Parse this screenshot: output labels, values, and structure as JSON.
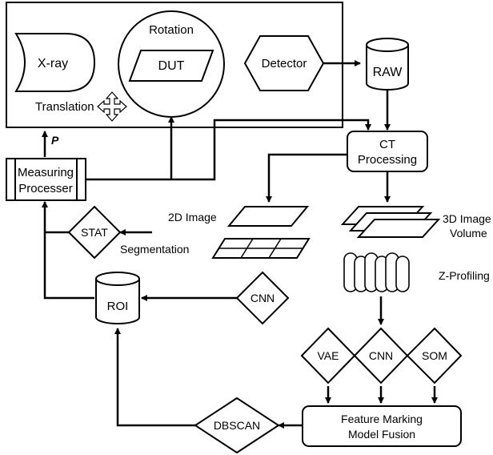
{
  "nodes": {
    "xray": "X-ray",
    "rotation": "Rotation",
    "dut": "DUT",
    "detector": "Detector",
    "translation": "Translation",
    "raw": "RAW",
    "ct_processing": [
      "CT",
      "Processing"
    ],
    "measuring_processer": [
      "Measuring",
      "Processer"
    ],
    "p_label": "P",
    "stat": "STAT",
    "segmentation": "Segmentation",
    "image_2d": "2D  Image",
    "image_3d": [
      "3D Image",
      "Volume"
    ],
    "z_profiling": "Z-Profiling",
    "roi": "ROI",
    "cnn_left": "CNN",
    "vae": "VAE",
    "cnn_mid": "CNN",
    "som": "SOM",
    "feature_marking": [
      "Feature Marking",
      "Model Fusion"
    ],
    "dbscan": "DBSCAN"
  }
}
